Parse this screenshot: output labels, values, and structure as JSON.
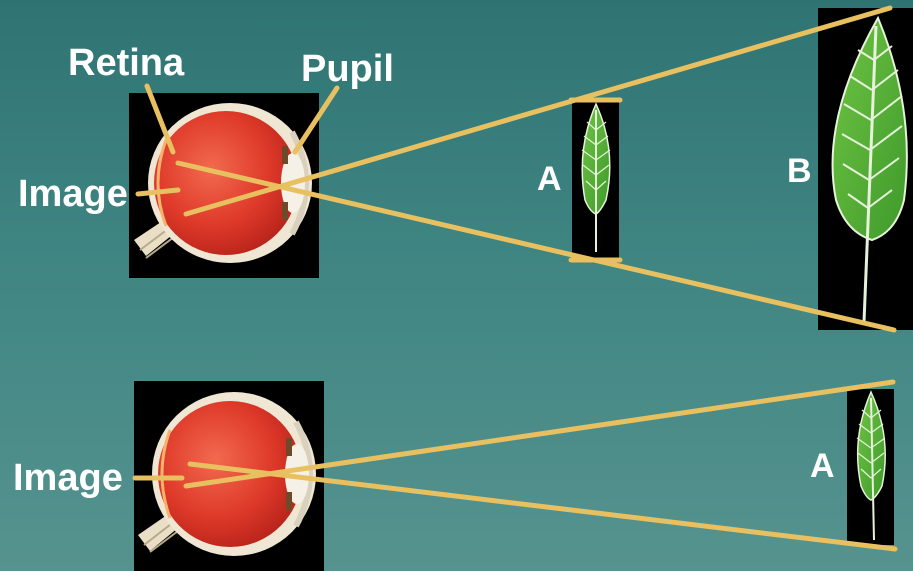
{
  "labels": {
    "retina": "Retina",
    "pupil": "Pupil",
    "image_top": "Image",
    "image_bottom": "Image",
    "leaf_a_top": "A",
    "leaf_b": "B",
    "leaf_a_bottom": "A"
  },
  "colors": {
    "background_top": "#2f7473",
    "background_bottom": "#56938f",
    "ray_line": "#e8c060",
    "eyeball": "#e23a2b",
    "leaf": "#5fb43a",
    "photo_background": "#000000"
  },
  "icons": [
    "eye-cross-section-icon",
    "leaf-icon"
  ]
}
